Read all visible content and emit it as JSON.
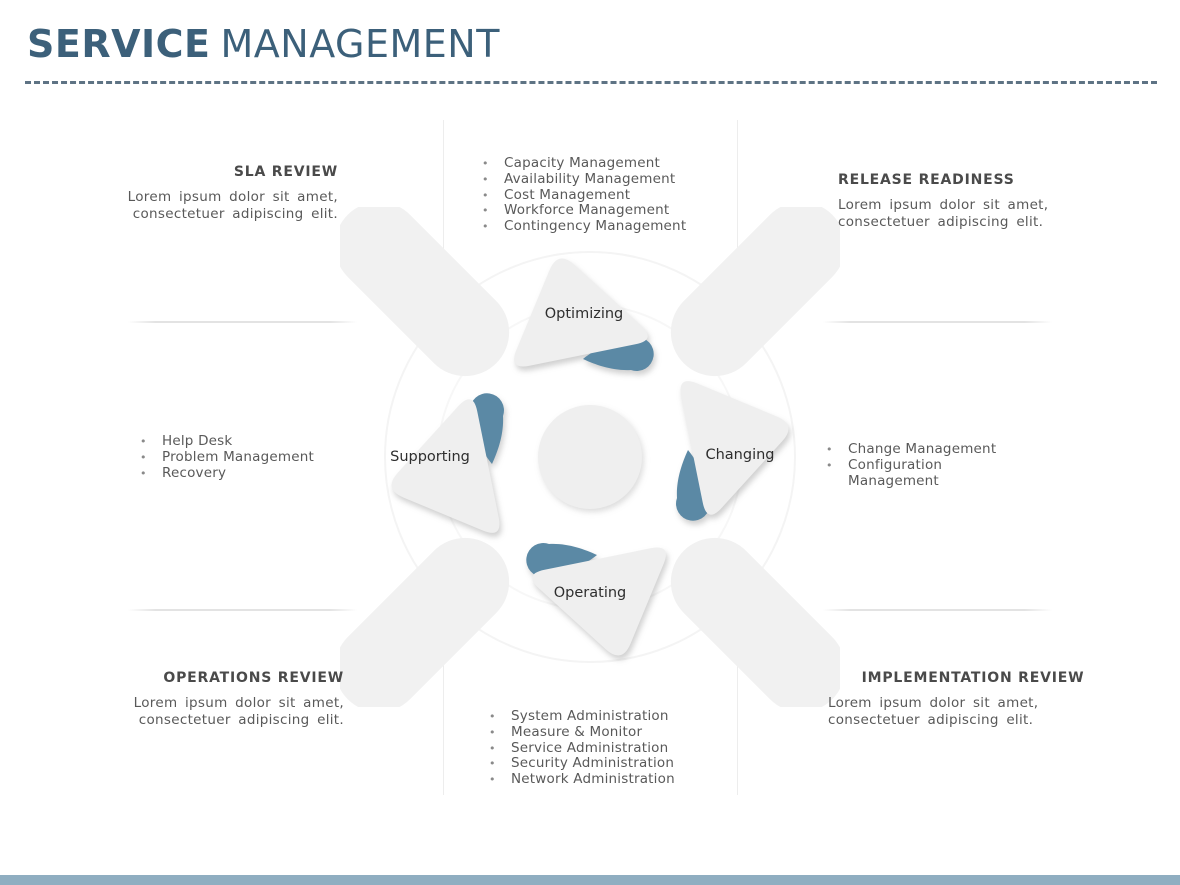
{
  "slide": {
    "title": {
      "emphasis": "SERVICE",
      "rest": "MANAGEMENT"
    }
  },
  "colors": {
    "title": "#3C607A",
    "rule": "#5E7384",
    "accent": "#5B89A5",
    "shape": "#EFEFEF",
    "heading-text": "#4A4A4A",
    "body-text": "#595959",
    "footer-bar": "#8FAEC1"
  },
  "diagram": {
    "nodes": [
      {
        "label": "Optimizing"
      },
      {
        "label": "Changing"
      },
      {
        "label": "Operating"
      },
      {
        "label": "Supporting"
      }
    ]
  },
  "sections": {
    "sla_review": {
      "heading": "SLA REVIEW",
      "body": "Lorem ipsum dolor sit amet, consectetuer adipiscing elit."
    },
    "release_readiness": {
      "heading": "RELEASE READINESS",
      "body": "Lorem ipsum dolor sit amet, consectetuer adipiscing elit."
    },
    "operations_review": {
      "heading": "OPERATIONS REVIEW",
      "body": "Lorem ipsum dolor sit amet, consectetuer adipiscing elit."
    },
    "implementation_review": {
      "heading": "IMPLEMENTATION REVIEW",
      "body": "Lorem ipsum dolor sit amet, consectetuer adipiscing elit."
    },
    "optimizing_list": [
      "Capacity Management",
      "Availability Management",
      "Cost Management",
      "Workforce Management",
      "Contingency Management"
    ],
    "changing_list": [
      "Change Management",
      "Configuration Management"
    ],
    "operating_list": [
      "System Administration",
      "Measure & Monitor",
      "Service Administration",
      "Security Administration",
      "Network Administration"
    ],
    "supporting_list": [
      "Help Desk",
      "Problem Management",
      "Recovery"
    ]
  }
}
